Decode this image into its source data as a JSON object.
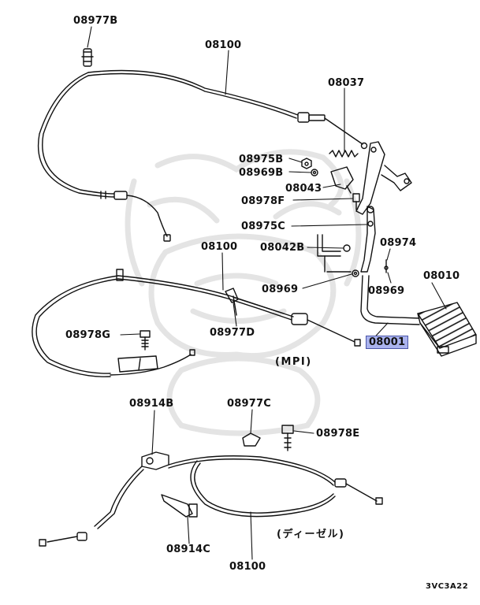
{
  "callouts": {
    "c_08977B": "08977B",
    "c_08100_top": "08100",
    "c_08037": "08037",
    "c_08975B": "08975B",
    "c_08969B": "08969B",
    "c_08043": "08043",
    "c_08978F": "08978F",
    "c_08975C": "08975C",
    "c_08974": "08974",
    "c_08042B": "08042B",
    "c_08100_mid": "08100",
    "c_08010": "08010",
    "c_08969_left": "08969",
    "c_08969_right": "08969",
    "c_08978G": "08978G",
    "c_08977D": "08977D",
    "c_08001": "08001",
    "c_08914B": "08914B",
    "c_08977C": "08977C",
    "c_08978E": "08978E",
    "c_08914C": "08914C",
    "c_08100_bot": "08100"
  },
  "notes": {
    "mpi": "(MPI)",
    "diesel": "(ディーゼル)"
  },
  "diagram_code": "3VC3A22",
  "colors": {
    "line": "#111111",
    "highlight": "#aab3ee",
    "highlight_border": "#4a55a8",
    "watermark": "#e6e6e6"
  }
}
